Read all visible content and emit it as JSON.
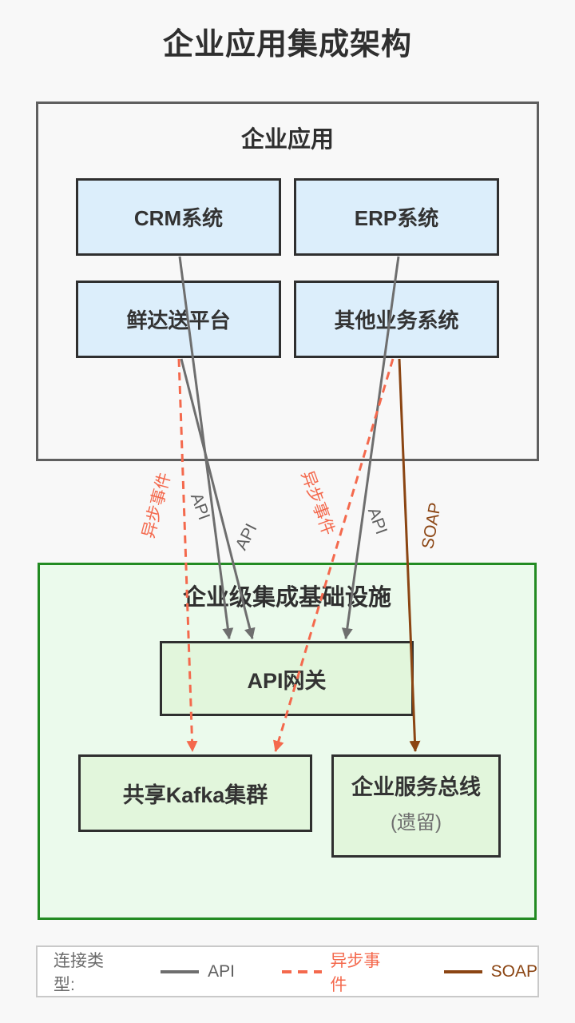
{
  "title": "企业应用集成架构",
  "apps": {
    "title": "企业应用",
    "nodes": [
      {
        "label": "CRM系统"
      },
      {
        "label": "ERP系统"
      },
      {
        "label": "鲜达送平台"
      },
      {
        "label": "其他业务系统"
      }
    ]
  },
  "infra": {
    "title": "企业级集成基础设施",
    "nodes": [
      {
        "label": "API网关"
      },
      {
        "label": "共享Kafka集群"
      },
      {
        "label": "企业服务总线",
        "note": "(遗留)"
      }
    ]
  },
  "edges": [
    {
      "from": "CRM系统",
      "to": "API网关",
      "type": "API",
      "label": "API"
    },
    {
      "from": "鲜达送平台",
      "to": "API网关",
      "type": "API",
      "label": "API"
    },
    {
      "from": "ERP系统",
      "to": "API网关",
      "type": "API",
      "label": "API"
    },
    {
      "from": "鲜达送平台",
      "to": "共享Kafka集群",
      "type": "异步事件",
      "label": "异步事件"
    },
    {
      "from": "其他业务系统",
      "to": "共享Kafka集群",
      "type": "异步事件",
      "label": "异步事件"
    },
    {
      "from": "其他业务系统",
      "to": "企业服务总线",
      "type": "SOAP",
      "label": "SOAP"
    }
  ],
  "legend": {
    "title": "连接类型:",
    "items": [
      {
        "label": "API",
        "style": "solid",
        "color": "#6e6e6e"
      },
      {
        "label": "异步事件",
        "style": "dashed",
        "color": "#f4694d"
      },
      {
        "label": "SOAP",
        "style": "solid",
        "color": "#8b4513"
      }
    ]
  },
  "colors": {
    "background": "#f8f8f8",
    "app_node_fill": "#dceefb",
    "infra_node_fill": "#e2f6dc",
    "infra_container_fill": "#ebfaec",
    "infra_container_border": "#228b22",
    "apps_container_border": "#5f5f5f",
    "node_border": "#2f2f2f",
    "api_edge": "#6e6e6e",
    "async_edge": "#f4694d",
    "soap_edge": "#8b4513"
  }
}
